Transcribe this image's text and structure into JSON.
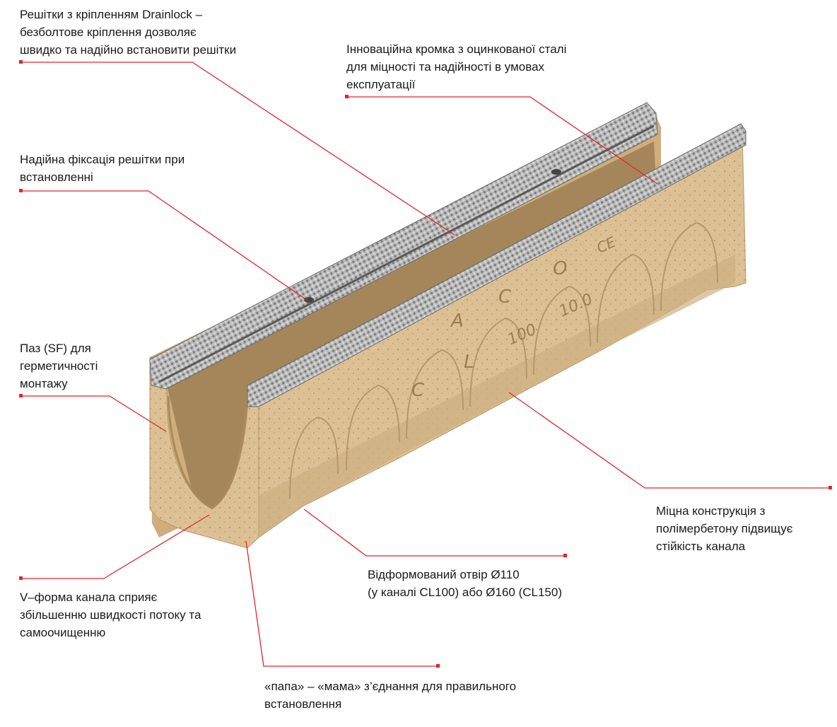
{
  "colors": {
    "leader_line": "#e3262a",
    "concrete": "#dcc094",
    "concrete_shadow": "#b8976a",
    "steel": "#9a9a9a",
    "text": "#1a1a1a"
  },
  "callouts": [
    {
      "id": "drainlock",
      "text": "Решітки з кріпленням Drainlock –\nбезболтове кріплення дозволяє\nшвидко та надійно встановити решітки"
    },
    {
      "id": "galvanized-edge",
      "text": "Інноваційна кромка з оцинкованої сталі\nдля міцності та надійності в умовах\nексплуатації"
    },
    {
      "id": "grate-fixing",
      "text": "Надійна фіксація решітки при\nвстановленні"
    },
    {
      "id": "sf-groove",
      "text": "Паз (SF) для\nгерметичності\nмонтажу"
    },
    {
      "id": "polymer-concrete",
      "text": "Міцна конструкція з\nполімербетону підвищує\nстійкість канала"
    },
    {
      "id": "outlet-hole",
      "text": "Відформований отвір Ø110\n(у каналі CL100) або Ø160 (CL150)"
    },
    {
      "id": "v-shape",
      "text": "V–форма канала сприяє\nзбільшенню швидкості потоку та\nсамоочищенню"
    },
    {
      "id": "male-female",
      "text": "«папа» – «мама» з’єднання для правильного\nвстановлення"
    }
  ],
  "channel_markings": {
    "brand_letters": [
      "A",
      "C",
      "O"
    ],
    "model_letters": [
      "C",
      "L"
    ],
    "size": "100",
    "slope": "10.0",
    "certification": "CE"
  }
}
